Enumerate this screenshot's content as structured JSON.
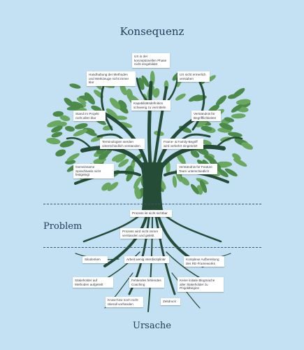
{
  "headings": {
    "top": "Konsequenz",
    "middle": "Problem",
    "bottom": "Ursache"
  },
  "consequences": [
    "UX in der konzeptionellen Phase nicht eingebildet",
    "Handhabung der Methoden und Werkzeuge nicht immer klar",
    "UX nicht ermerlich versiahen",
    "Kapabilitätsdefinition schwierig zu vermitteln",
    "Stand im Projekt nicht allen klar",
    "Verständnis für Begrifflichkeiten",
    "Terminologien werden unterschiedlich verstanden",
    "Frame- & Family-Begriff wird verkehrt eingesetzt",
    "Gemeinsame Sprachbasis nicht festgelegt",
    "Verständnis für Feature Team unterschiedlich"
  ],
  "problems": [
    "Prozess ist nicht sichtbar",
    "Prozess wird nicht immer verstanden und gelebt"
  ],
  "causes": [
    "Arbeit wenig interdisziplinär",
    "Silodenken",
    "Komplexe Aufbereitung des RE-Frameworks",
    "Stakeholder auf Methoden aufgeteilt",
    "Fehlendes fehlendes Coaching",
    "Keine initiale Blogmache aller Stakeholder zu Projektbeginn",
    "Know-how noch nicht überall vorhanden",
    "Zeitdruck"
  ],
  "colors": {
    "background": "#c3e1f3",
    "trunk": "#244c36",
    "leaf_light": "#6aa75f",
    "leaf_dark": "#4c8a4a",
    "note": "#ffffff",
    "heading": "#233b55"
  }
}
